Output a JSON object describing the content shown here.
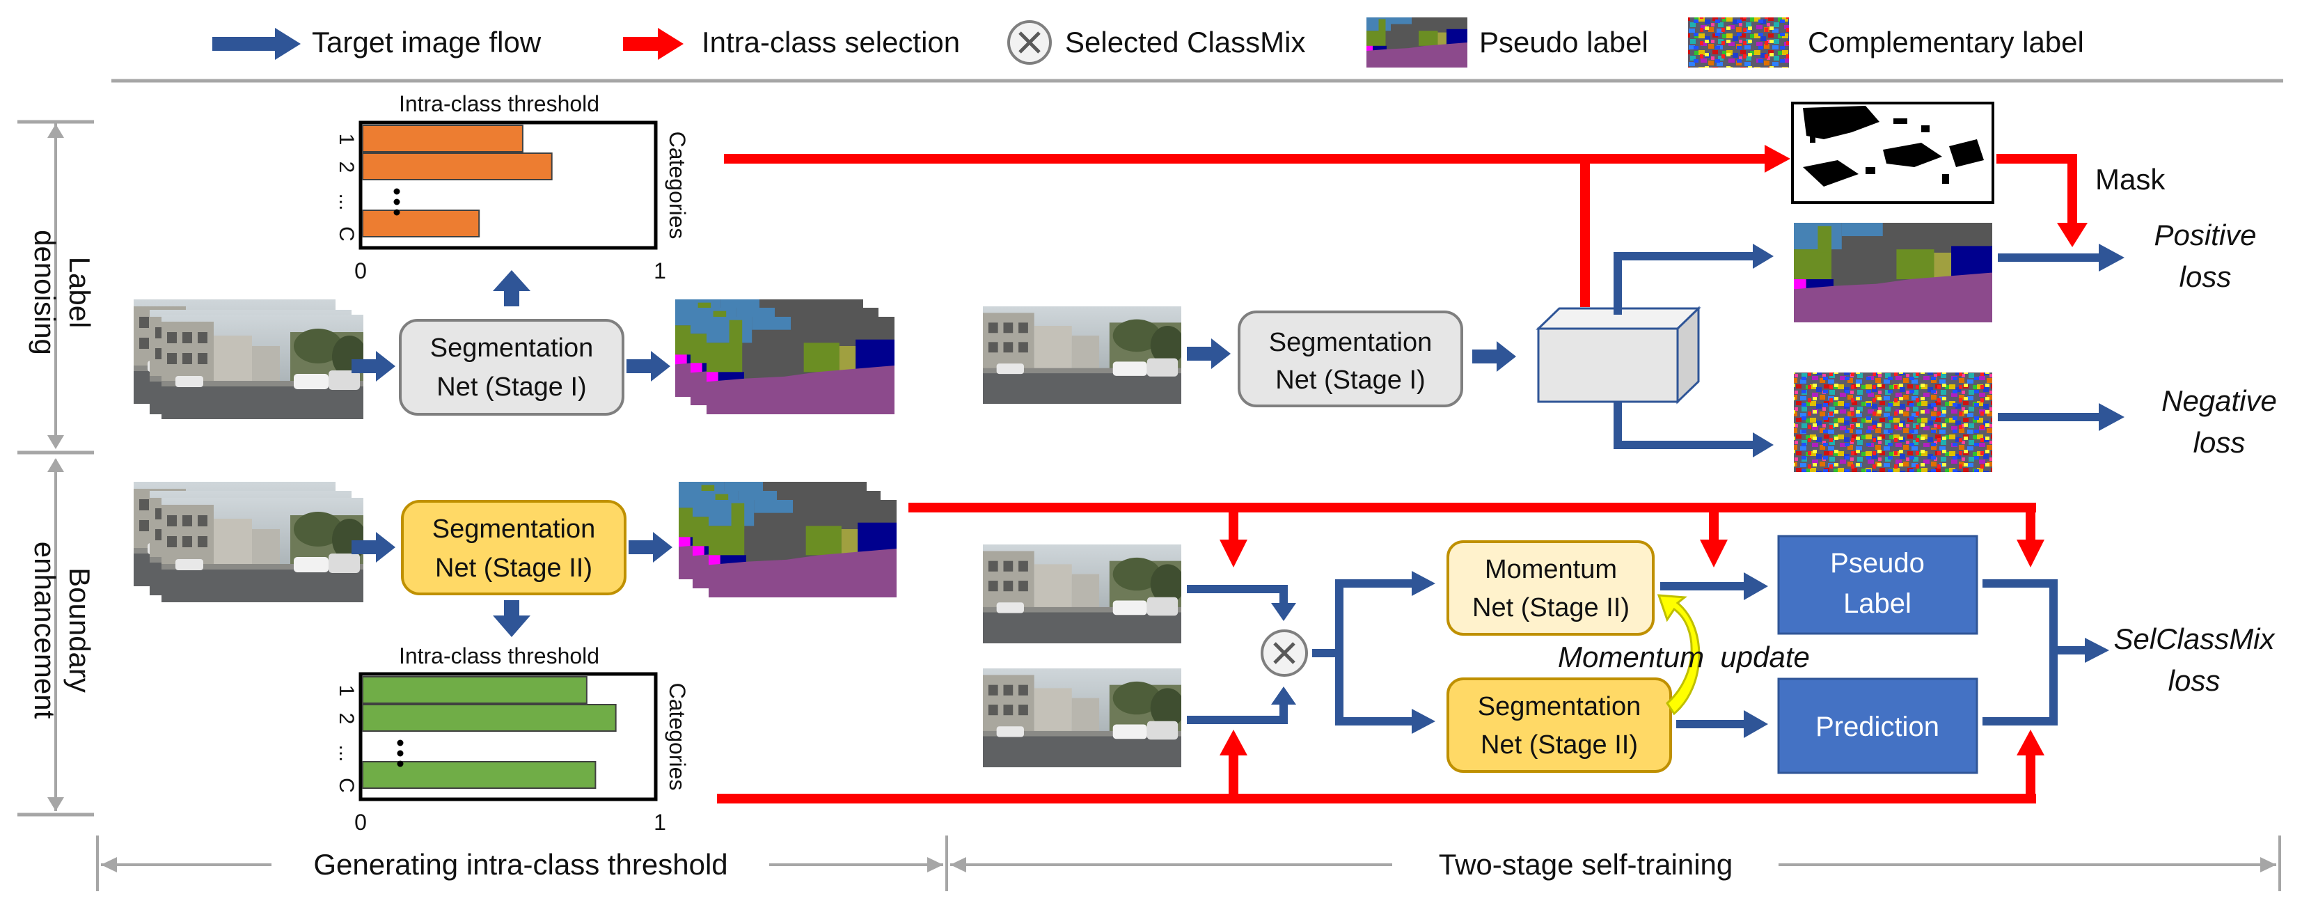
{
  "legend": {
    "target_flow": "Target image flow",
    "intra_class": "Intra-class selection",
    "selected_classmix": "Selected ClassMix",
    "pseudo_label": "Pseudo label",
    "complementary_label": "Complementary label"
  },
  "side": {
    "label_denoising": [
      "Label",
      "denoising"
    ],
    "boundary_enhancement": [
      "Boundary",
      "enhancement"
    ]
  },
  "charts": {
    "top": {
      "title": "Intra-class threshold",
      "ylabel": "Categories",
      "ticks_y": [
        "1",
        "2",
        "...",
        "C"
      ],
      "ticks_x": [
        "0",
        "1"
      ],
      "values": [
        0.55,
        0.65,
        0.4
      ],
      "color": "#ed7d31"
    },
    "bottom": {
      "title": "Intra-class threshold",
      "ylabel": "Categories",
      "ticks_y": [
        "1",
        "2",
        "...",
        "C"
      ],
      "ticks_x": [
        "0",
        "1"
      ],
      "values": [
        0.77,
        0.87,
        0.8
      ],
      "color": "#70ad47"
    }
  },
  "boxes": {
    "seg1_a": [
      "Segmentation",
      "Net (Stage I)"
    ],
    "seg1_b": [
      "Segmentation",
      "Net (Stage I)"
    ],
    "seg2_a": [
      "Segmentation",
      "Net (Stage II)"
    ],
    "momentum": [
      "Momentum",
      "Net (Stage II)"
    ],
    "seg2_b": [
      "Segmentation",
      "Net (Stage II)"
    ],
    "pseudo": [
      "Pseudo",
      "Label"
    ],
    "prediction": "Prediction"
  },
  "labels": {
    "mask": "Mask",
    "positive": [
      "Positive",
      "loss"
    ],
    "negative": [
      "Negative",
      "loss"
    ],
    "selclassmix": [
      "SelClassMix",
      "loss"
    ],
    "momentum_update": "Momentum  update"
  },
  "bottom": {
    "left": "Generating intra-class threshold",
    "right": "Two-stage self-training"
  },
  "colors": {
    "blue_arrow": "#2f5597",
    "red_arrow": "#ff0000",
    "gray_box": "#e6e6e6",
    "yellow_box": "#ffd966",
    "light_yellow_box": "#fff2cc",
    "blue_box": "#4472c4"
  }
}
